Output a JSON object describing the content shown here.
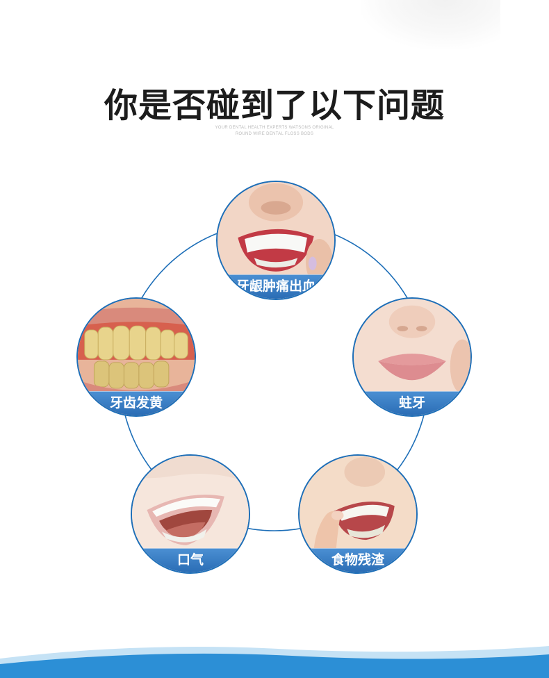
{
  "title": "你是否碰到了以下问题",
  "subtitle_lines": [
    "YOUR DENTAL HEALTH EXPERTS WATSONS ORIGINAL",
    "ROUND WIRE DENTAL FLOSS BODS"
  ],
  "problems": [
    {
      "label": "牙龈肿痛出血",
      "icon": "gum-pain-photo"
    },
    {
      "label": "牙齿发黄",
      "icon": "yellow-teeth-photo"
    },
    {
      "label": "蛀牙",
      "icon": "tooth-decay-photo"
    },
    {
      "label": "口气",
      "icon": "bad-breath-photo"
    },
    {
      "label": "食物残渣",
      "icon": "food-debris-photo"
    }
  ],
  "colors": {
    "accent_blue": "#1e6fb8",
    "label_blue": "#3a7fc6",
    "title": "#1c1c1c",
    "wave": "#2c8fd6"
  }
}
